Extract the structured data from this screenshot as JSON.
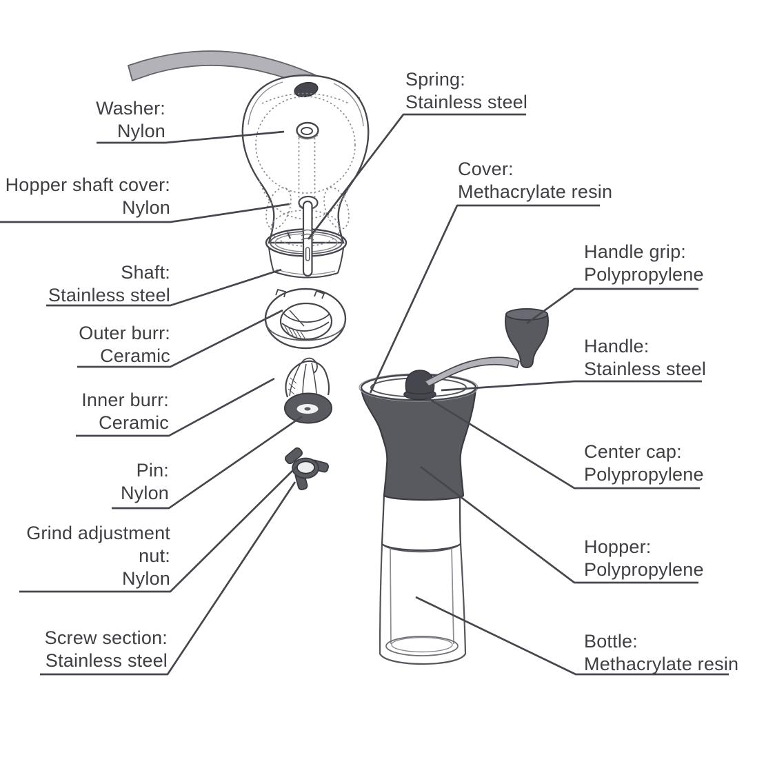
{
  "title": "Coffee grinder exploded parts diagram",
  "palette": {
    "background": "#ffffff",
    "leader_line": "#45464e",
    "label_text": "#3e3f44",
    "dark_part_fill": "#595a60",
    "darker_part_fill": "#46474e",
    "metal_fill": "#b2b2b8"
  },
  "labels": {
    "washer": {
      "part": "Washer:",
      "material": "Nylon"
    },
    "hopper_shaft_cover": {
      "part": "Hopper shaft cover:",
      "material": "Nylon"
    },
    "shaft": {
      "part": "Shaft:",
      "material": "Stainless steel"
    },
    "outer_burr": {
      "part": "Outer burr:",
      "material": "Ceramic"
    },
    "inner_burr": {
      "part": "Inner burr:",
      "material": "Ceramic"
    },
    "pin": {
      "part": "Pin:",
      "material": "Nylon"
    },
    "grind_adjustment_nut": {
      "part": "Grind adjustment nut:",
      "material": "Nylon"
    },
    "screw_section": {
      "part": "Screw section:",
      "material": "Stainless steel"
    },
    "spring": {
      "part": "Spring:",
      "material": "Stainless steel"
    },
    "cover": {
      "part": "Cover:",
      "material": "Methacrylate resin"
    },
    "handle_grip": {
      "part": "Handle grip:",
      "material": "Polypropylene"
    },
    "handle": {
      "part": "Handle:",
      "material": "Stainless steel"
    },
    "center_cap": {
      "part": "Center cap:",
      "material": "Polypropylene"
    },
    "hopper": {
      "part": "Hopper:",
      "material": "Polypropylene"
    },
    "bottle": {
      "part": "Bottle:",
      "material": "Methacrylate resin"
    }
  }
}
